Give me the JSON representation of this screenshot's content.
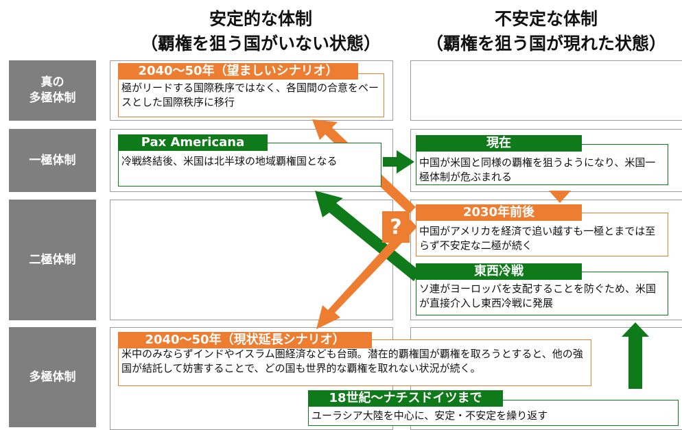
{
  "columns": {
    "stable_title": "安定的な体制",
    "stable_subtitle": "（覇権を狙う国がいない状態）",
    "unstable_title": "不安定な体制",
    "unstable_subtitle": "（覇権を狙う国が現れた状態）"
  },
  "rows": {
    "true_multipolar": "真の\n多極体制",
    "unipolar": "一極体制",
    "bipolar": "二極体制",
    "multipolar": "多極体制"
  },
  "boxes": {
    "desirable": {
      "header": "2040～50年（望ましいシナリオ）",
      "text": "極がリードする国際秩序ではなく、各国間の合意をベースとした国際秩序に移行"
    },
    "pax": {
      "header": "Pax Americana",
      "text": "冷戦終結後、米国は北半球の地域覇権国となる"
    },
    "current": {
      "header": "現在",
      "text": "中国が米国と同様の覇権を狙うようになり、米国一極体制が危ぶまれる"
    },
    "y2030": {
      "header": "2030年前後",
      "text": "中国がアメリカを経済で追い越すも一極とまでは至らず不安定な二極が続く"
    },
    "coldwar": {
      "header": "東西冷戦",
      "text": "ソ連がヨーロッパを支配することを防ぐため、米国が直接介入し東西冷戦に発展"
    },
    "status_quo": {
      "header": "2040～50年（現状延長シナリオ）",
      "text": "米中のみならずインドやイスラム圏経済なども台頭。潜在的覇権国が覇権を取ろうとすると、他の強国が結託して妨害することで、どの国も世界的な覇権を取れない状況が続く。"
    },
    "c18": {
      "header": "18世紀～ナチスドイツまで",
      "text": "ユーラシア大陸を中心に、安定・不安定を繰り返す"
    }
  },
  "question_mark": "?",
  "colors": {
    "orange": "#ed7d31",
    "green": "#0f7a1a",
    "gray": "#7f7f7f"
  }
}
